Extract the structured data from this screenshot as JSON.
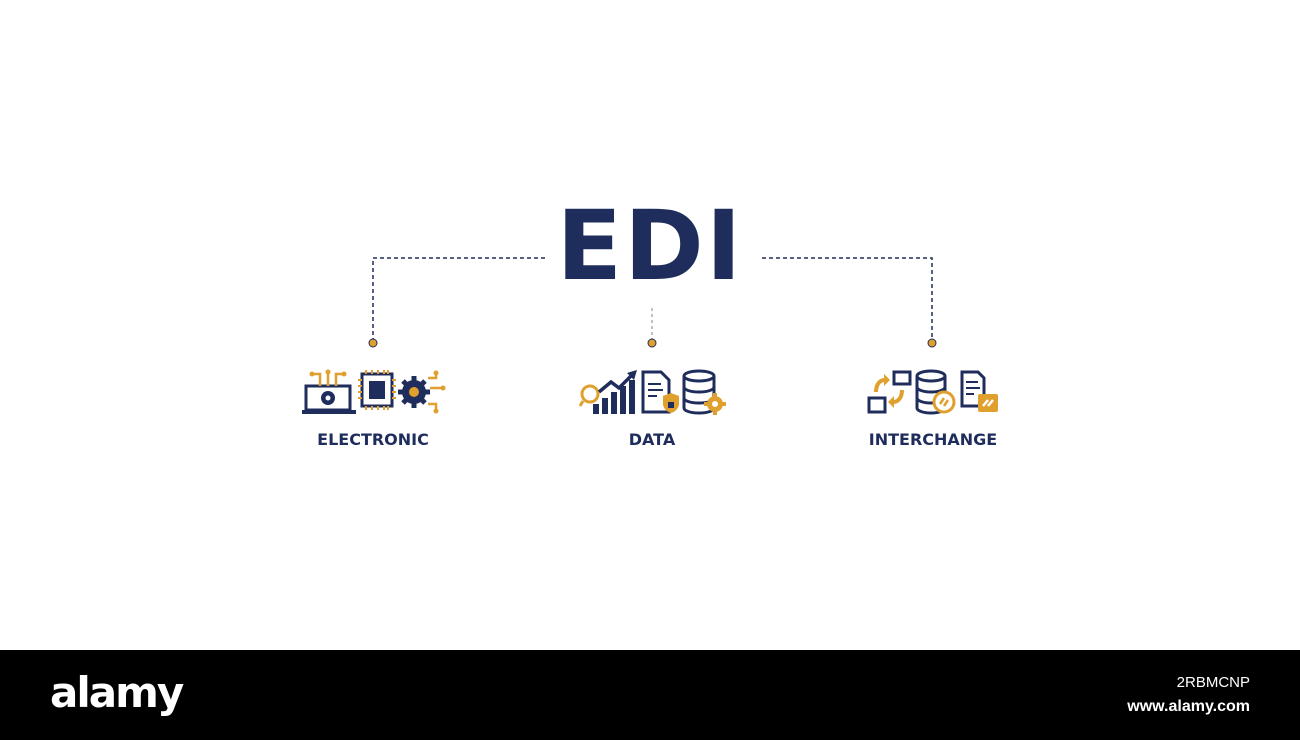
{
  "diagram": {
    "title": "EDI",
    "nodes": [
      {
        "label": "ELECTRONIC",
        "icons": [
          "laptop-gear-icon",
          "microchip-icon",
          "gear-circuit-icon"
        ]
      },
      {
        "label": "DATA",
        "icons": [
          "bar-chart-growth-icon",
          "secure-document-icon",
          "database-gear-icon"
        ]
      },
      {
        "label": "INTERCHANGE",
        "icons": [
          "exchange-arrows-icon",
          "database-exchange-icon",
          "document-exchange-icon"
        ]
      }
    ]
  },
  "colors": {
    "navy": "#1f2d5c",
    "accent": "#e0a02d",
    "background": "#ffffff"
  },
  "footer": {
    "brand": "alamy",
    "image_id": "2RBMCNP",
    "site": "www.alamy.com"
  }
}
